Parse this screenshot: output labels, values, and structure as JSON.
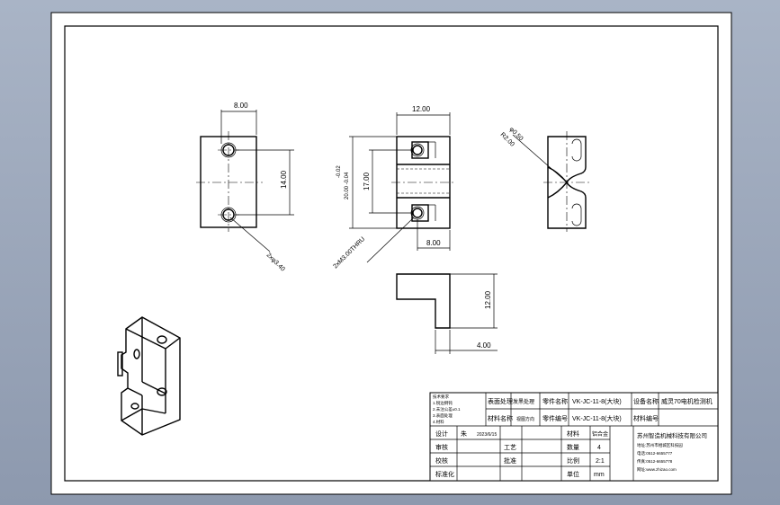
{
  "dimensions": {
    "front_width": "8.00",
    "front_height": "14.00",
    "front_hole": "2xφ3.40",
    "side_width": "12.00",
    "side_tol_upper": "-0.02",
    "side_height_tol": "20.00 -0.04",
    "side_inner": "17.00",
    "side_bottom": "8.00",
    "side_thread": "2xM3.00THRU",
    "right_r1": "R2.00",
    "right_r2": "φ0.50",
    "bottom_height": "12.00",
    "bottom_width": "4.00"
  },
  "title_block": {
    "notes": [
      "技术要求",
      "1.锐边倒钝",
      "2.未注公差±0.1",
      "3.表面处理",
      "4.材料"
    ],
    "surface_label": "表面处理",
    "finish_label": "发黑处理",
    "material_label": "材料名称",
    "projection_label": "视图方向",
    "drawing_label": "零件名称",
    "drawing_no_label": "零件编号",
    "part_name": "VK-JC-11-8(大块)",
    "part_no": "VK-JC-11-8(大块)",
    "device_label": "设备名称",
    "device_name": "威灵70电机检测机",
    "material_no_label": "材料编号",
    "designer_label": "设计",
    "designer_name": "朱",
    "date": "2023/6/15",
    "approve_label": "审核",
    "check_label": "校核",
    "std_label": "标准化",
    "process_label": "工艺",
    "approve2_label": "批准",
    "material2_label": "材料",
    "material_value": "铝合金",
    "qty_label": "数量",
    "qty_value": "4",
    "scale_label": "比例",
    "scale_value": "2:1",
    "unit_label": "单位",
    "unit_value": "mm",
    "company": "苏州智造机械科技有限公司",
    "address": "地址:苏州市相城区科技园",
    "tel": "电话:0512-6655777",
    "fax": "传真:0512-6655778",
    "web": "网址:www.zhizao.com"
  }
}
